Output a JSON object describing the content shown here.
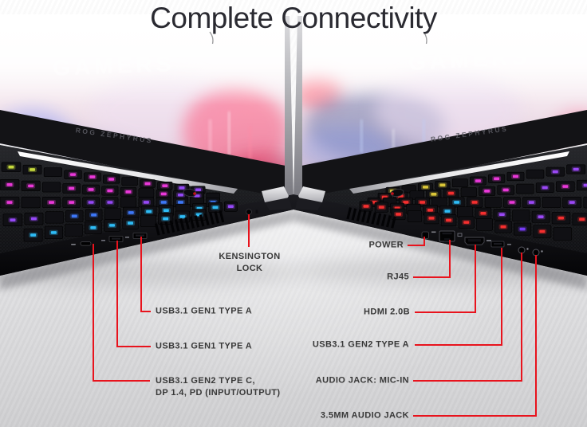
{
  "page": {
    "title": "Complete Connectivity"
  },
  "branding": {
    "screen_line1": "REPUBLIC OF",
    "screen_line2": "GAMERS",
    "bezel_model": "ROG ZEPHYRUS"
  },
  "colors": {
    "callout_red": "#e8131d",
    "label_text": "#383838",
    "title_text": "#2a2a31",
    "keyboard_left_glow": {
      "Y": "#cde23e",
      "M": "#f23ae0",
      "P": "#9b4bff",
      "B": "#3f7bff",
      "C": "#2fc3ff"
    },
    "keyboard_right_glow": {
      "Y": "#e3cf3a",
      "R": "#ff3030",
      "M": "#f23ae0",
      "P": "#a04bff",
      "C": "#2fc3ff",
      "V": "#7b3dff"
    }
  },
  "callouts": {
    "left": [
      {
        "id": "kensington-lock",
        "line1": "KENSINGTON",
        "line2": "LOCK"
      },
      {
        "id": "usb31-gen1-a-upper",
        "label": "USB3.1 GEN1 TYPE A"
      },
      {
        "id": "usb31-gen1-a-lower",
        "label": "USB3.1 GEN1 TYPE A"
      },
      {
        "id": "usb31-gen2-c",
        "line1": "USB3.1 GEN2 TYPE C,",
        "line2": "DP 1.4, PD (INPUT/OUTPUT)"
      }
    ],
    "right": [
      {
        "id": "power",
        "label": "POWER"
      },
      {
        "id": "rj45",
        "label": "RJ45"
      },
      {
        "id": "hdmi",
        "label": "HDMI 2.0B"
      },
      {
        "id": "usb31-gen2-a",
        "label": "USB3.1 GEN2 TYPE A"
      },
      {
        "id": "audio-mic-in",
        "label": "AUDIO JACK: MIC-IN"
      },
      {
        "id": "audio-35mm",
        "label": "3.5MM AUDIO JACK"
      }
    ]
  }
}
